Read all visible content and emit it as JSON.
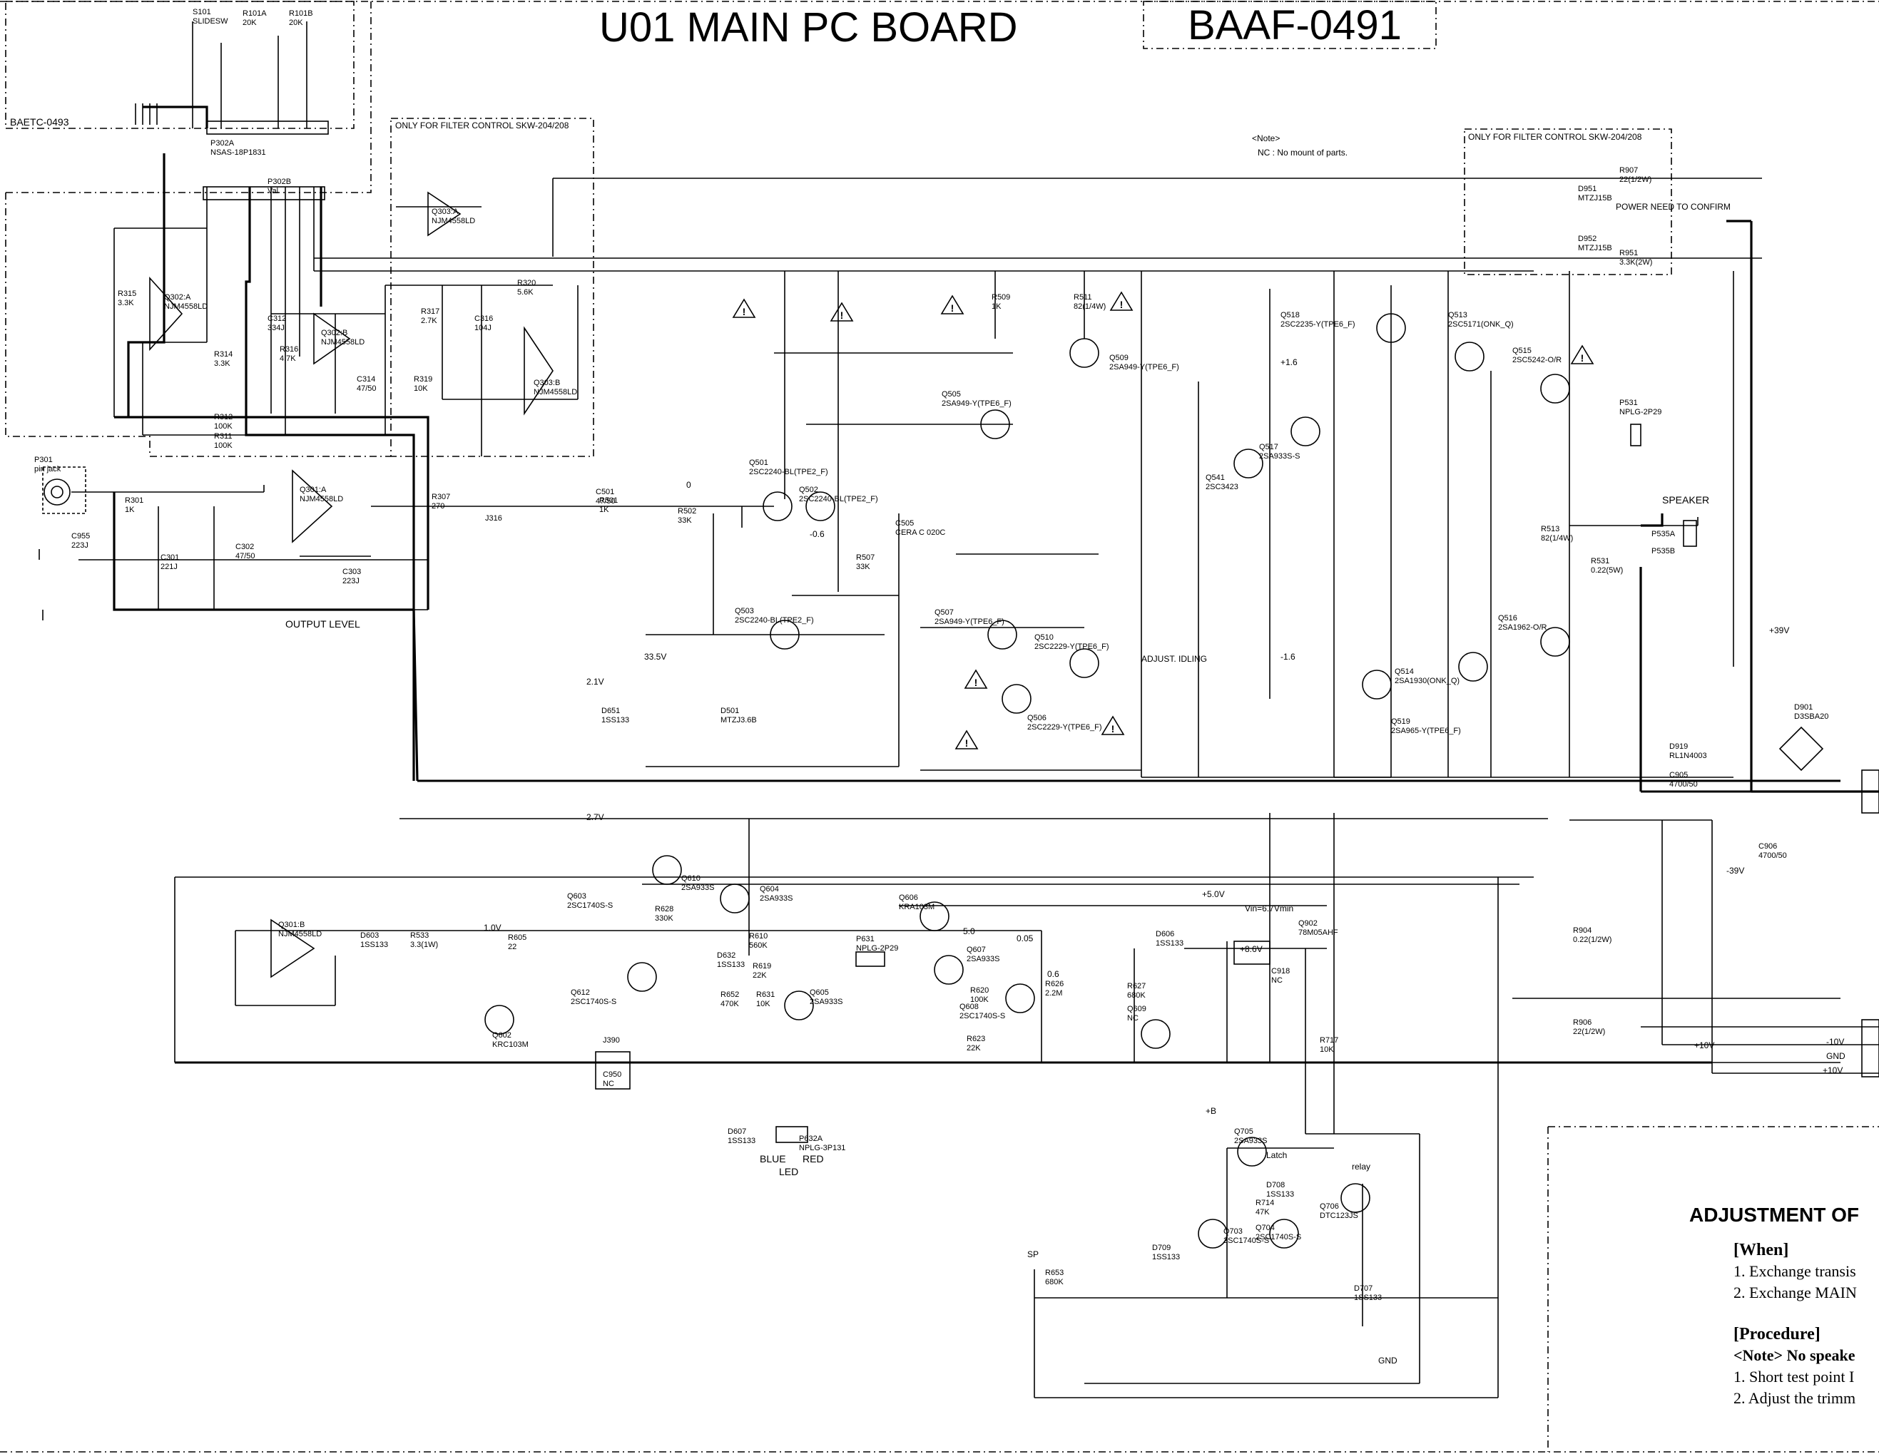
{
  "header": {
    "title": "U01 MAIN PC BOARD",
    "board_code": "BAAF-0491",
    "sub_board_code": "BAETC-0493",
    "note_title": "<Note>",
    "note_text": "NC : No mount of parts."
  },
  "filter_labels": {
    "left": "ONLY FOR FILTER CONTROL SKW-204/208",
    "right": "ONLY FOR FILTER CONTROL SKW-204/208",
    "power_note": "POWER NEED TO CONFIRM"
  },
  "sections": {
    "output_level": "OUTPUT LEVEL",
    "adjust_idling": "ADJUST. IDLING",
    "speaker": "SPEAKER",
    "led": "LED",
    "led_blue": "BLUE",
    "led_red": "RED",
    "vin": "Vin=6.7Vmin",
    "latch": "Latch",
    "relay": "relay",
    "gnd": "GND",
    "plus_b": "+B",
    "sp": "SP"
  },
  "voltages": [
    "+1.6",
    "-1.6",
    "-0.6",
    "0",
    "2.1V",
    "2.7V",
    "33.5V",
    "1.0V",
    "5.0",
    "0.05",
    "0.6",
    "+5.0V",
    "+8.6V",
    "+10V",
    "-39V",
    "+39V"
  ],
  "connector_rails": [
    "-10V",
    "GND",
    "+10V"
  ],
  "components": {
    "transistors": [
      {
        "ref": "Q501",
        "part": "2SC2240-BL(TPE2_F)"
      },
      {
        "ref": "Q502",
        "part": "2SC2240-BL(TPE2_F)"
      },
      {
        "ref": "Q503",
        "part": "2SC2240-BL(TPE2_F)"
      },
      {
        "ref": "Q505",
        "part": "2SA949-Y(TPE6_F)"
      },
      {
        "ref": "Q506",
        "part": "2SC2229-Y(TPE6_F)"
      },
      {
        "ref": "Q507",
        "part": "2SA949-Y(TPE6_F)"
      },
      {
        "ref": "Q509",
        "part": "2SA949-Y(TPE6_F)"
      },
      {
        "ref": "Q510",
        "part": "2SC2229-Y(TPE6_F)"
      },
      {
        "ref": "Q513",
        "part": "2SC5171(ONK_Q)"
      },
      {
        "ref": "Q514",
        "part": "2SA1930(ONK_Q)"
      },
      {
        "ref": "Q515",
        "part": "2SC5242-O/R"
      },
      {
        "ref": "Q516",
        "part": "2SA1962-O/R"
      },
      {
        "ref": "Q517",
        "part": "2SA933S-S"
      },
      {
        "ref": "Q518",
        "part": "2SC2235-Y(TPE6_F)"
      },
      {
        "ref": "Q519",
        "part": "2SA965-Y(TPE6_F)"
      },
      {
        "ref": "Q541",
        "part": "2SC3423"
      },
      {
        "ref": "Q602",
        "part": "KRC103M"
      },
      {
        "ref": "Q603",
        "part": "2SC1740S-S"
      },
      {
        "ref": "Q604",
        "part": "2SA933S"
      },
      {
        "ref": "Q605",
        "part": "2SA933S"
      },
      {
        "ref": "Q606",
        "part": "KRA103M"
      },
      {
        "ref": "Q607",
        "part": "2SA933S"
      },
      {
        "ref": "Q608",
        "part": "2SC1740S-S"
      },
      {
        "ref": "Q609",
        "part": "NC"
      },
      {
        "ref": "Q610",
        "part": "2SA933S"
      },
      {
        "ref": "Q612",
        "part": "2SC1740S-S"
      },
      {
        "ref": "Q703",
        "part": "2SC1740S-S"
      },
      {
        "ref": "Q704",
        "part": "2SC1740S-S"
      },
      {
        "ref": "Q705",
        "part": "2SA933S"
      },
      {
        "ref": "Q706",
        "part": "DTC123JS"
      }
    ],
    "opamps": [
      {
        "ref": "Q301:A",
        "part": "NJM4558LD"
      },
      {
        "ref": "Q301:B",
        "part": "NJM4558LD"
      },
      {
        "ref": "Q302:A",
        "part": "NJM4558LD"
      },
      {
        "ref": "Q302:B",
        "part": "NJM4558LD"
      },
      {
        "ref": "Q303:A",
        "part": "NJM4558LD"
      },
      {
        "ref": "Q303:B",
        "part": "NJM4558LD"
      }
    ],
    "connectors": [
      {
        "ref": "P302A",
        "part": "NSAS-18P1831"
      },
      {
        "ref": "P302B",
        "part": "Val"
      },
      {
        "ref": "P301",
        "part": "pin jack"
      },
      {
        "ref": "P531",
        "part": "NPLG-2P29"
      },
      {
        "ref": "P535A",
        "part": ""
      },
      {
        "ref": "P535B",
        "part": ""
      },
      {
        "ref": "P631",
        "part": "NPLG-2P29"
      },
      {
        "ref": "P632A",
        "part": "NPLG-3P131"
      },
      {
        "ref": "J316",
        "part": ""
      },
      {
        "ref": "J390",
        "part": ""
      },
      {
        "ref": "S101",
        "part": "SLIDESW"
      },
      {
        "ref": "Q902",
        "part": "78M05AHF"
      },
      {
        "ref": "D901",
        "part": "D3SBA20"
      }
    ],
    "resistors": [
      {
        "ref": "R101A",
        "value": "20K"
      },
      {
        "ref": "R101B",
        "value": "20K"
      },
      {
        "ref": "R301",
        "value": "1K"
      },
      {
        "ref": "R307",
        "value": "270"
      },
      {
        "ref": "R311",
        "value": "100K"
      },
      {
        "ref": "R312",
        "value": "100K"
      },
      {
        "ref": "R314",
        "value": "3.3K"
      },
      {
        "ref": "R315",
        "value": "3.3K"
      },
      {
        "ref": "R316",
        "value": "4.7K"
      },
      {
        "ref": "R317",
        "value": "2.7K"
      },
      {
        "ref": "R319",
        "value": "10K"
      },
      {
        "ref": "R320",
        "value": "5.6K"
      },
      {
        "ref": "R501",
        "value": "1K"
      },
      {
        "ref": "R502",
        "value": "33K"
      },
      {
        "ref": "R507",
        "value": "33K"
      },
      {
        "ref": "R509",
        "value": "1K"
      },
      {
        "ref": "R511",
        "value": "82(1/4W)"
      },
      {
        "ref": "R513",
        "value": "82(1/4W)"
      },
      {
        "ref": "R531",
        "value": "0.22(5W)"
      },
      {
        "ref": "R533",
        "value": "3.3(1W)"
      },
      {
        "ref": "R605",
        "value": "22"
      },
      {
        "ref": "R610",
        "value": "560K"
      },
      {
        "ref": "R619",
        "value": "22K"
      },
      {
        "ref": "R620",
        "value": "100K"
      },
      {
        "ref": "R623",
        "value": "22K"
      },
      {
        "ref": "R626",
        "value": "2.2M"
      },
      {
        "ref": "R627",
        "value": "680K"
      },
      {
        "ref": "R628",
        "value": "330K"
      },
      {
        "ref": "R631",
        "value": "10K"
      },
      {
        "ref": "R652",
        "value": "470K"
      },
      {
        "ref": "R653",
        "value": "680K"
      },
      {
        "ref": "R714",
        "value": "47K"
      },
      {
        "ref": "R717",
        "value": "10K"
      },
      {
        "ref": "R904",
        "value": "0.22(1/2W)"
      },
      {
        "ref": "R906",
        "value": "22(1/2W)"
      },
      {
        "ref": "R907",
        "value": "22(1/2W)"
      },
      {
        "ref": "R951",
        "value": "3.3K(2W)"
      },
      {
        "ref": "R952",
        "value": "3.3K(2W)"
      }
    ],
    "diodes": [
      {
        "ref": "D603",
        "part": "1SS133"
      },
      {
        "ref": "D606",
        "part": "1SS133"
      },
      {
        "ref": "D607",
        "part": "1SS133"
      },
      {
        "ref": "D632",
        "part": "1SS133"
      },
      {
        "ref": "D651",
        "part": "1SS133"
      },
      {
        "ref": "D707",
        "part": "1SS133"
      },
      {
        "ref": "D708",
        "part": "1SS133"
      },
      {
        "ref": "D709",
        "part": "1SS133"
      },
      {
        "ref": "D501",
        "part": "MTZJ3.6B"
      },
      {
        "ref": "D951",
        "part": "MTZJ15B"
      },
      {
        "ref": "D952",
        "part": "MTZJ15B"
      },
      {
        "ref": "D919",
        "part": "RL1N4003"
      }
    ],
    "capacitors": [
      {
        "ref": "C955",
        "value": "223J"
      },
      {
        "ref": "C301",
        "value": "221J"
      },
      {
        "ref": "C302",
        "value": "47/50"
      },
      {
        "ref": "C303",
        "value": "223J"
      },
      {
        "ref": "C312",
        "value": "334J"
      },
      {
        "ref": "C314",
        "value": "47/50"
      },
      {
        "ref": "C316",
        "value": "104J"
      },
      {
        "ref": "C501",
        "value": "47/50"
      },
      {
        "ref": "C505",
        "value": "CERA C 020C"
      },
      {
        "ref": "C950",
        "value": "NC"
      },
      {
        "ref": "C918",
        "value": "NC"
      },
      {
        "ref": "C905",
        "value": "4700/50"
      },
      {
        "ref": "C906",
        "value": "4700/50"
      }
    ]
  },
  "adjustment": {
    "heading": "ADJUSTMENT OF",
    "when_heading": "[When]",
    "when_items": [
      "1. Exchange transis",
      "2. Exchange MAIN"
    ],
    "procedure_heading": "[Procedure]",
    "procedure_note": "<Note> No speake",
    "procedure_items": [
      "1. Short test point I",
      "2. Adjust the trimm"
    ]
  }
}
